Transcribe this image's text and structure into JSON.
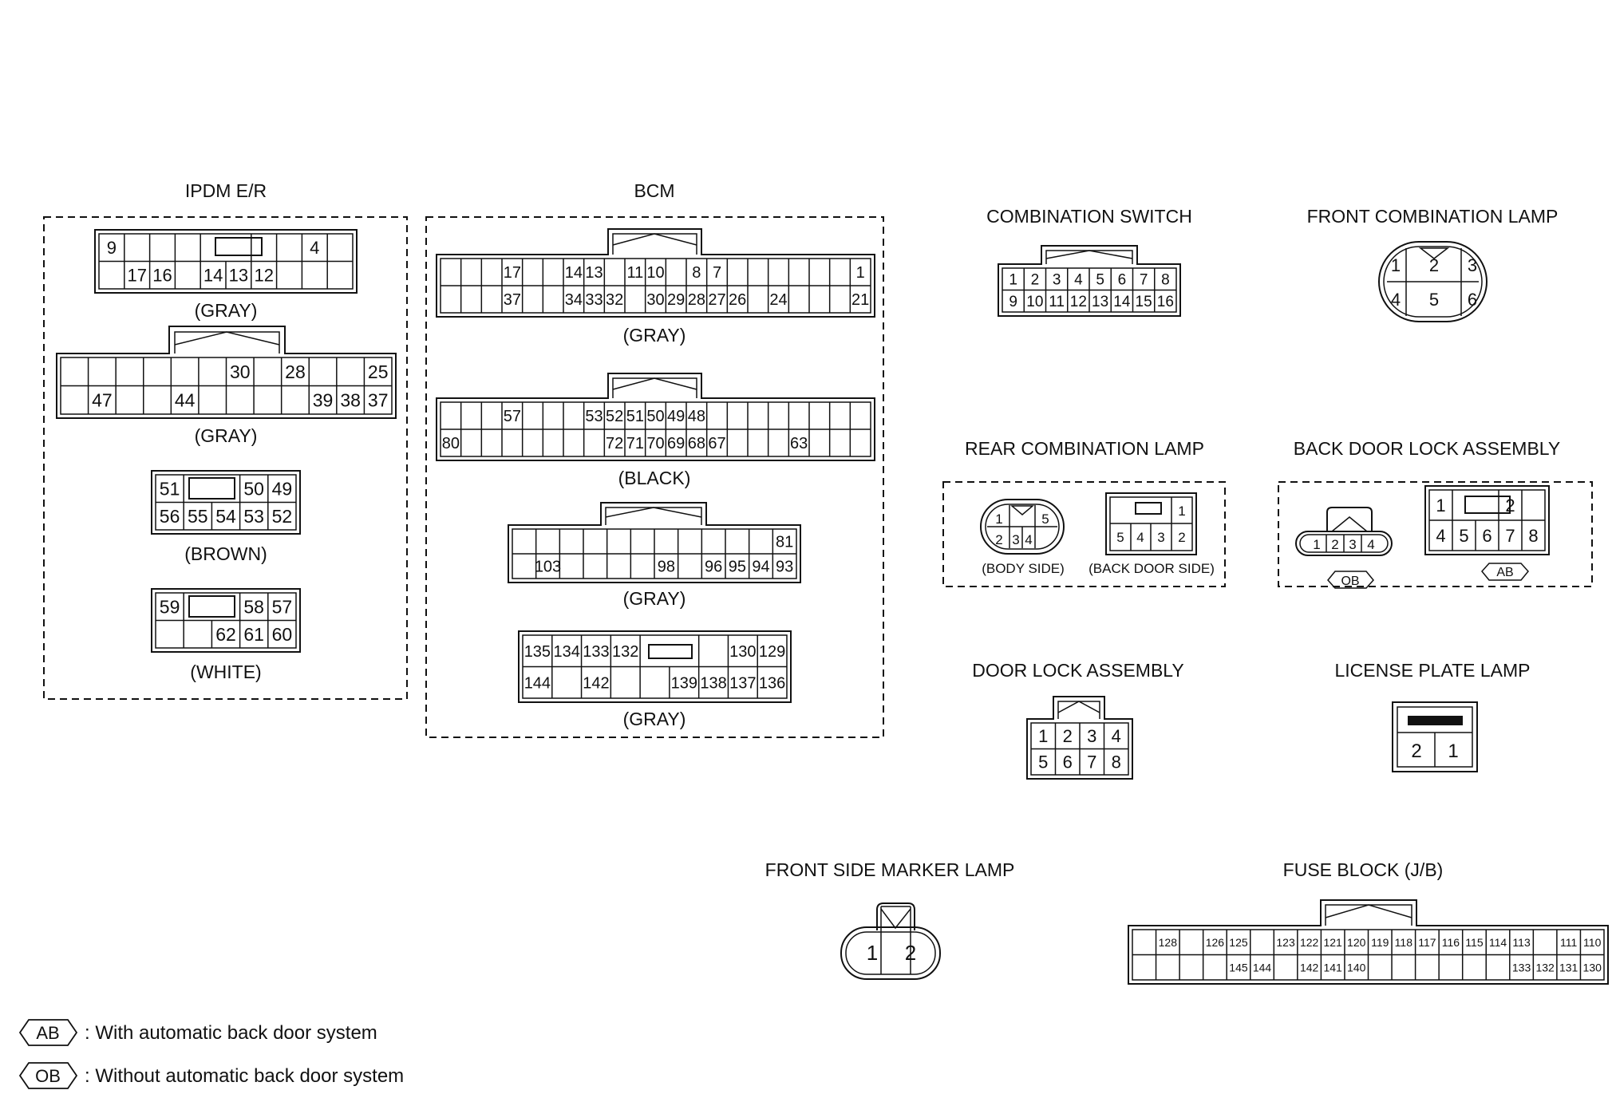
{
  "ipdm": {
    "title": "IPDM E/R",
    "c1": {
      "row1": [
        "9",
        "",
        "",
        "",
        "",
        "",
        "",
        "",
        "4",
        ""
      ],
      "row2": [
        "",
        "17",
        "16",
        "",
        "14",
        "13",
        "12",
        "",
        "",
        ""
      ],
      "color": "(GRAY)"
    },
    "c2": {
      "row1": [
        "",
        "",
        "",
        "",
        "",
        "",
        "30",
        "",
        "28",
        "",
        "",
        "25"
      ],
      "row2": [
        "",
        "47",
        "",
        "",
        "44",
        "",
        "",
        "",
        "",
        "39",
        "38",
        "37"
      ],
      "color": "(GRAY)"
    },
    "c3": {
      "row1": [
        "51",
        "",
        "",
        "50",
        "49"
      ],
      "row2": [
        "56",
        "55",
        "54",
        "53",
        "52"
      ],
      "color": "(BROWN)"
    },
    "c4": {
      "row1": [
        "59",
        "",
        "",
        "58",
        "57"
      ],
      "row2": [
        "",
        "",
        "62",
        "61",
        "60"
      ],
      "color": "(WHITE)"
    }
  },
  "bcm": {
    "title": "BCM",
    "c1": {
      "row1": [
        "",
        "",
        "",
        "17",
        "",
        "",
        "14",
        "13",
        "",
        "11",
        "10",
        "",
        "8",
        "7",
        "",
        "",
        "",
        "",
        "",
        "",
        "1"
      ],
      "row2": [
        "",
        "",
        "",
        "37",
        "",
        "",
        "34",
        "33",
        "32",
        "",
        "30",
        "29",
        "28",
        "27",
        "26",
        "",
        "24",
        "",
        "",
        "",
        "21"
      ],
      "color": "(GRAY)"
    },
    "c2": {
      "row1": [
        "",
        "",
        "",
        "57",
        "",
        "",
        "",
        "53",
        "52",
        "51",
        "50",
        "49",
        "48",
        "",
        "",
        "",
        "",
        "",
        "",
        "",
        ""
      ],
      "row2": [
        "80",
        "",
        "",
        "",
        "",
        "",
        "",
        "",
        "72",
        "71",
        "70",
        "69",
        "68",
        "67",
        "",
        "",
        "",
        "63",
        "",
        "",
        ""
      ],
      "color": "(BLACK)"
    },
    "c3": {
      "row1": [
        "",
        "",
        "",
        "",
        "",
        "",
        "",
        "",
        "",
        "",
        "",
        "81"
      ],
      "row2": [
        "",
        "103",
        "",
        "",
        "",
        "",
        "98",
        "",
        "96",
        "95",
        "94",
        "93"
      ],
      "color": "(GRAY)"
    },
    "c4": {
      "row1": [
        "135",
        "134",
        "133",
        "132",
        "",
        "",
        "",
        "130",
        "129"
      ],
      "row2": [
        "144",
        "",
        "142",
        "",
        "",
        "139",
        "138",
        "137",
        "136"
      ],
      "color": "(GRAY)"
    }
  },
  "combination_switch": {
    "title": "COMBINATION SWITCH",
    "row1": [
      "1",
      "2",
      "3",
      "4",
      "5",
      "6",
      "7",
      "8"
    ],
    "row2": [
      "9",
      "10",
      "11",
      "12",
      "13",
      "14",
      "15",
      "16"
    ]
  },
  "front_combination_lamp": {
    "title": "FRONT COMBINATION LAMP",
    "row1": [
      "1",
      "2",
      "3"
    ],
    "row2": [
      "4",
      "5",
      "6"
    ]
  },
  "rear_combination_lamp": {
    "title": "REAR COMBINATION LAMP",
    "body": {
      "row1": [
        "1",
        "",
        "5"
      ],
      "row2": [
        "2",
        "3",
        "4"
      ],
      "label": "(BODY SIDE)"
    },
    "back_door": {
      "row1": [
        "",
        "",
        "1"
      ],
      "row2": [
        "5",
        "4",
        "3",
        "2"
      ],
      "label": "(BACK DOOR SIDE)"
    }
  },
  "back_door_lock_assembly": {
    "title": "BACK DOOR LOCK ASSEMBLY",
    "ob": {
      "pins": [
        "1",
        "2",
        "3",
        "4"
      ],
      "tag": "OB"
    },
    "ab": {
      "row1": [
        "1",
        "",
        "",
        "2",
        ""
      ],
      "row2": [
        "4",
        "5",
        "6",
        "7",
        "8"
      ],
      "tag": "AB"
    }
  },
  "door_lock_assembly": {
    "title": "DOOR LOCK ASSEMBLY",
    "row1": [
      "1",
      "2",
      "3",
      "4"
    ],
    "row2": [
      "5",
      "6",
      "7",
      "8"
    ]
  },
  "license_plate_lamp": {
    "title": "LICENSE PLATE LAMP",
    "pins": [
      "2",
      "1"
    ]
  },
  "front_side_marker_lamp": {
    "title": "FRONT SIDE MARKER LAMP",
    "pins": [
      "1",
      "2"
    ]
  },
  "fuse_block": {
    "title": "FUSE BLOCK (J/B)",
    "row1": [
      "",
      "128",
      "",
      "126",
      "125",
      "",
      "123",
      "122",
      "121",
      "120",
      "119",
      "118",
      "117",
      "116",
      "115",
      "114",
      "113",
      "",
      "111",
      "110"
    ],
    "row2": [
      "",
      "",
      "",
      "",
      "145",
      "144",
      "",
      "142",
      "141",
      "140",
      "",
      "",
      "",
      "",
      "",
      "",
      "133",
      "132",
      "131",
      "130"
    ]
  },
  "legend": [
    {
      "tag": "AB",
      "text": ": With automatic back door system"
    },
    {
      "tag": "OB",
      "text": ": Without automatic back door system"
    }
  ]
}
